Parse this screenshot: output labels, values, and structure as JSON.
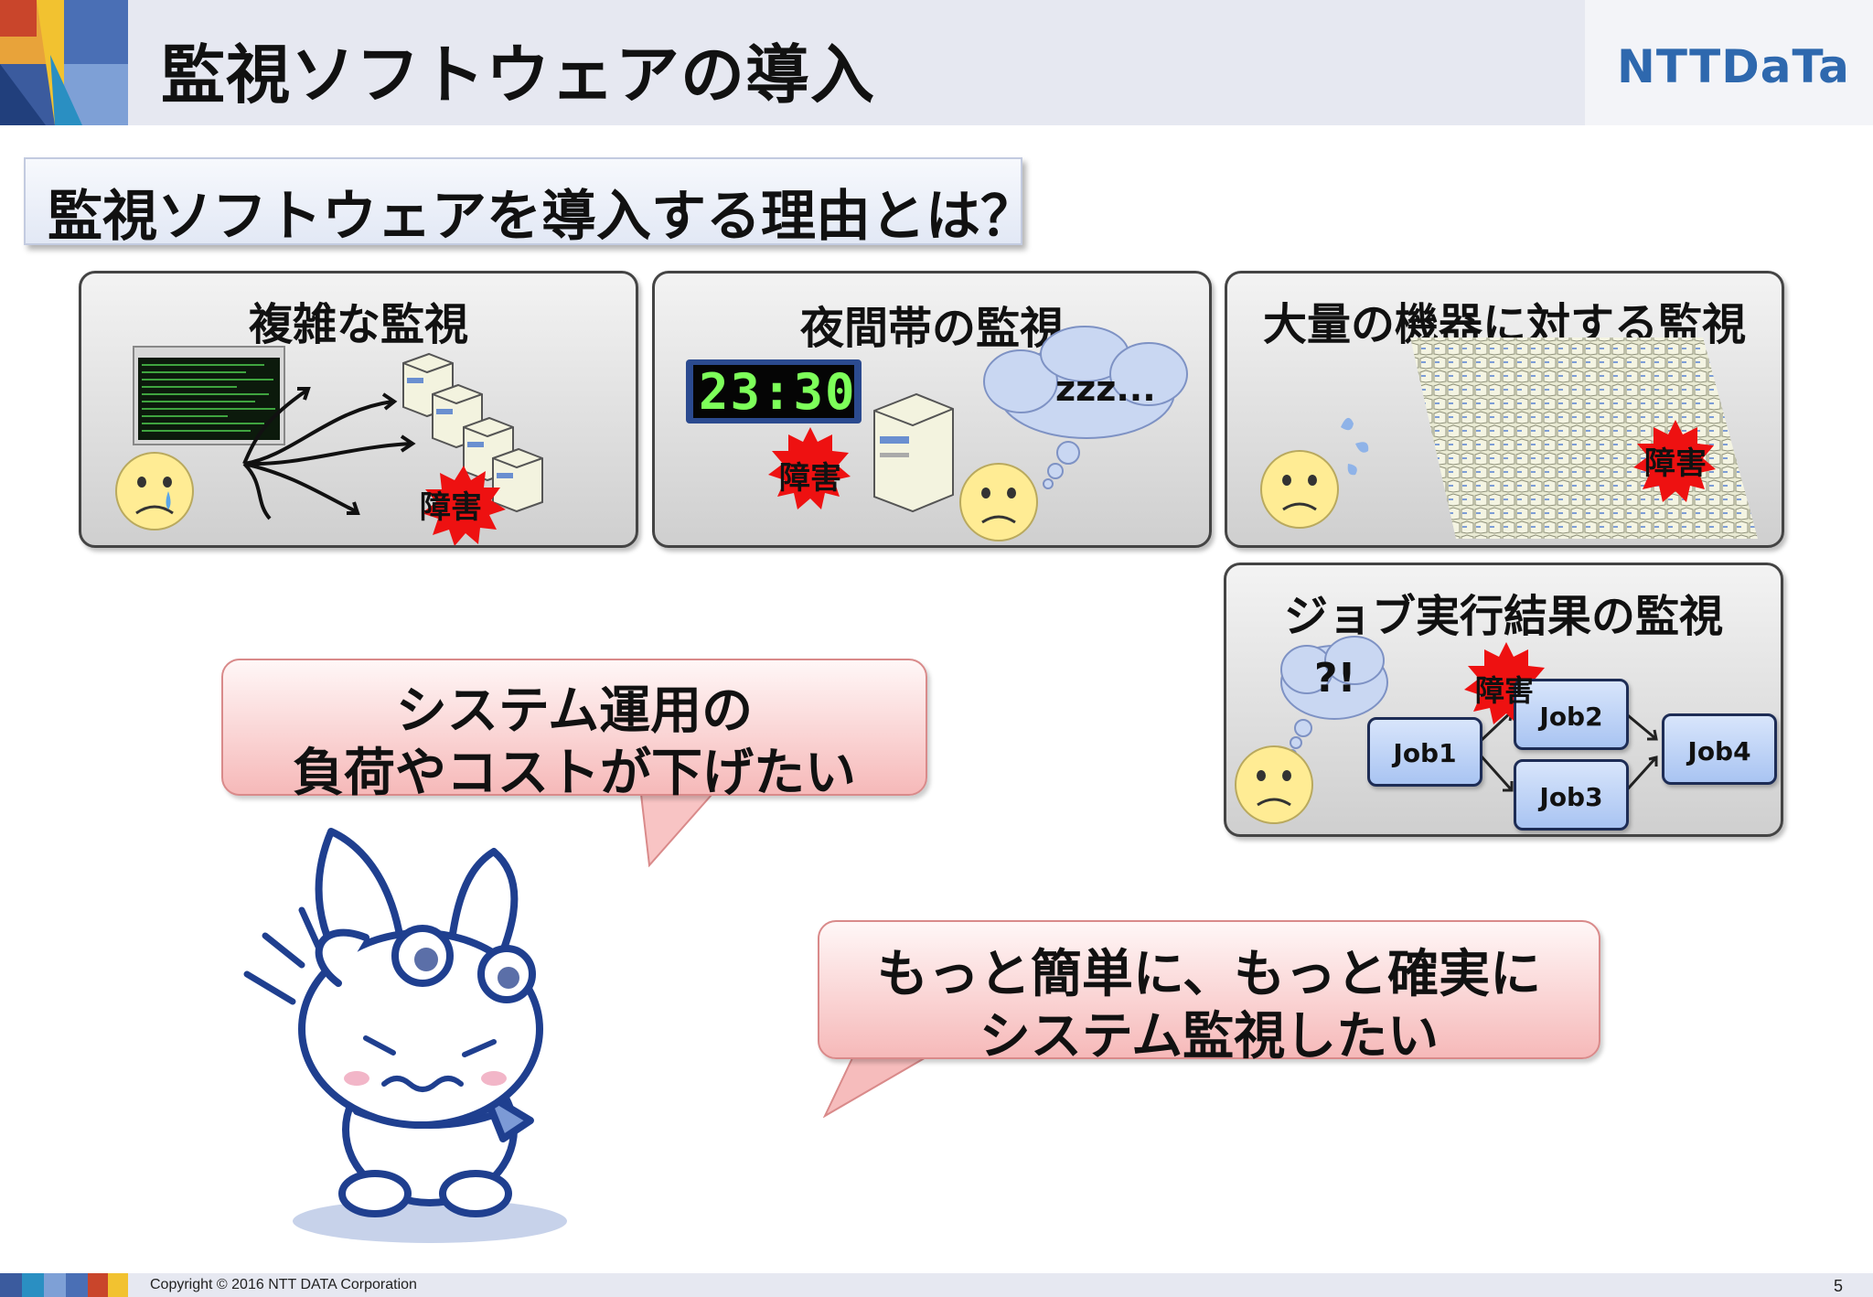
{
  "header": {
    "title": "監視ソフトウェアの導入",
    "logo_text": "NTTDaTa"
  },
  "section_heading": "監視ソフトウェアを導入する理由とは？",
  "panels": {
    "complex": {
      "title": "複雑な監視",
      "failure_label": "障害"
    },
    "night": {
      "title": "夜間帯の監視",
      "clock": "23:30",
      "failure_label": "障害",
      "snore": "zzz..."
    },
    "mass": {
      "title": "大量の機器に対する監視",
      "failure_label": "障害"
    },
    "jobs": {
      "title": "ジョブ実行結果の監視",
      "thought": "?!",
      "failure_label": "障害",
      "job1": "Job1",
      "job2": "Job2",
      "job3": "Job3",
      "job4": "Job4"
    }
  },
  "bubbles": {
    "cost": {
      "line1": "システム運用の",
      "line2": "負荷やコストが下げたい"
    },
    "easy": {
      "line1": "もっと簡単に、もっと確実に",
      "line2": "システム監視したい"
    }
  },
  "footer": {
    "copyright": "Copyright © 2016 NTT DATA Corporation",
    "page_number": "5"
  },
  "colors": {
    "header_bg": "#e6e8f1",
    "brand_blue": "#2e68ae",
    "failure_red": "#ee1111",
    "bubble_pink": "#f6b9b9",
    "job_blue": "#a9c4f2",
    "face_yellow": "#ffec94"
  }
}
